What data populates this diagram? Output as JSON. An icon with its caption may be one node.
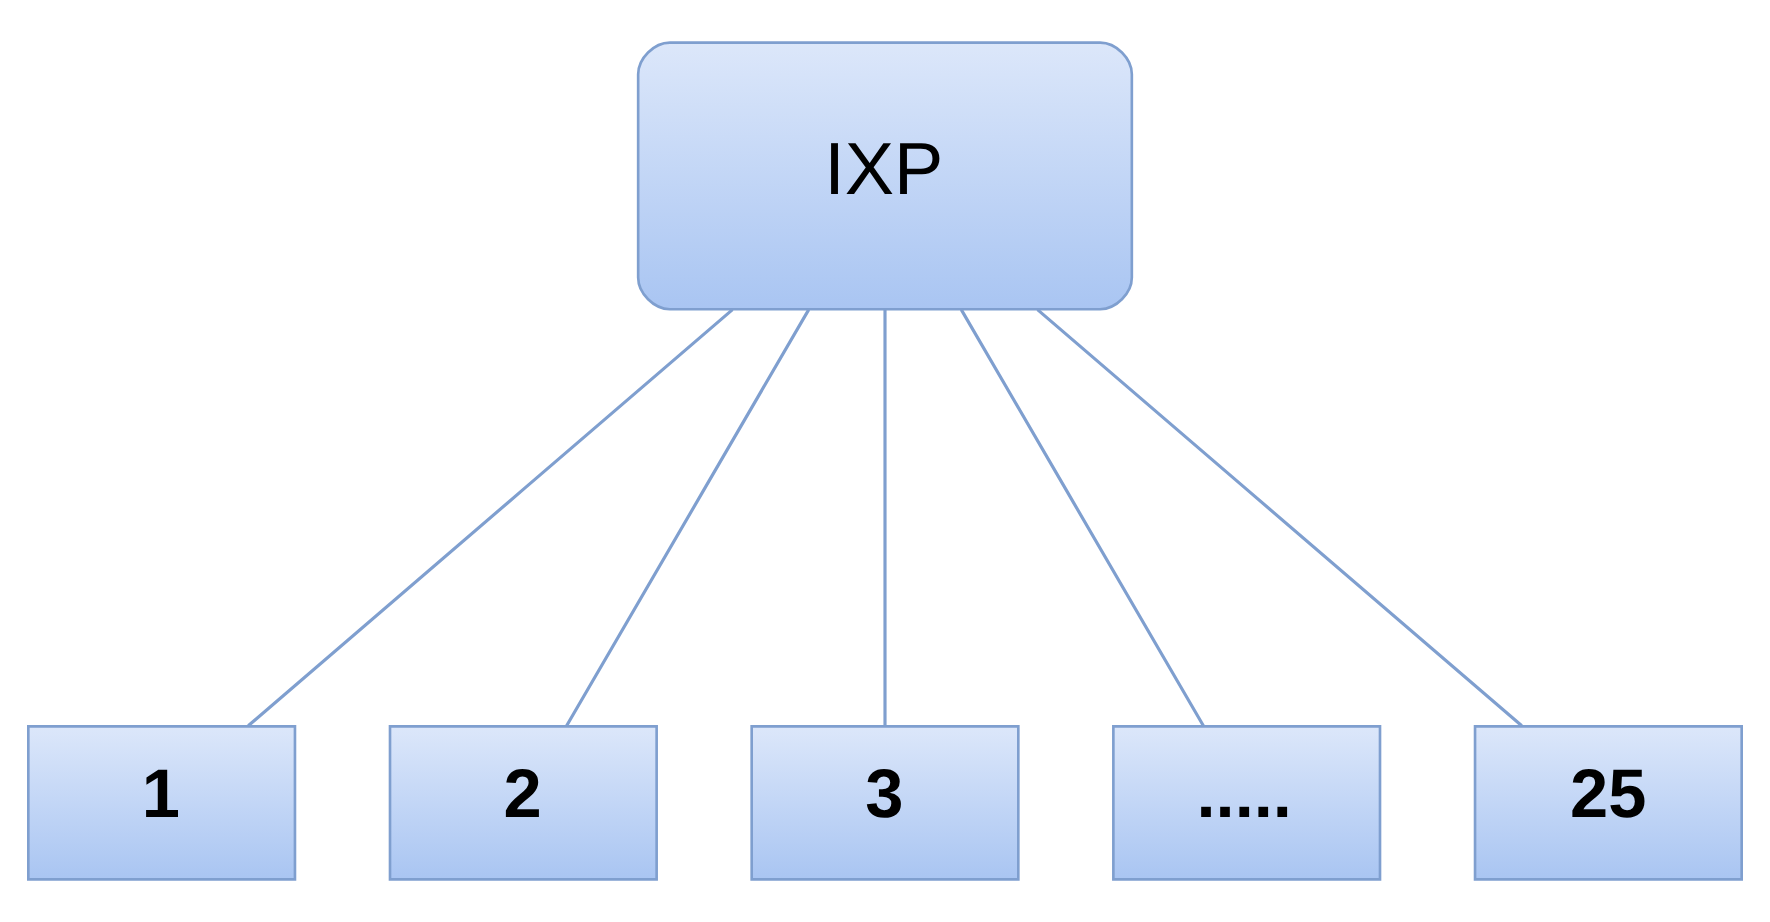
{
  "diagram": {
    "nodes": [
      {
        "text": [
          "IXP"
        ]
      },
      {
        "text": [
          "1"
        ]
      },
      {
        "text": [
          "2"
        ]
      },
      {
        "text": [
          "3"
        ]
      },
      {
        "text": [
          "....."
        ]
      },
      {
        "text": [
          "25"
        ]
      }
    ],
    "edges": [
      {
        "from": 0,
        "to": 1,
        "arrow": "none"
      },
      {
        "from": 0,
        "to": 2,
        "arrow": "none"
      },
      {
        "from": 0,
        "to": 3,
        "arrow": "none"
      },
      {
        "from": 0,
        "to": 4,
        "arrow": "none"
      },
      {
        "from": 0,
        "to": 5,
        "arrow": "none"
      }
    ]
  }
}
